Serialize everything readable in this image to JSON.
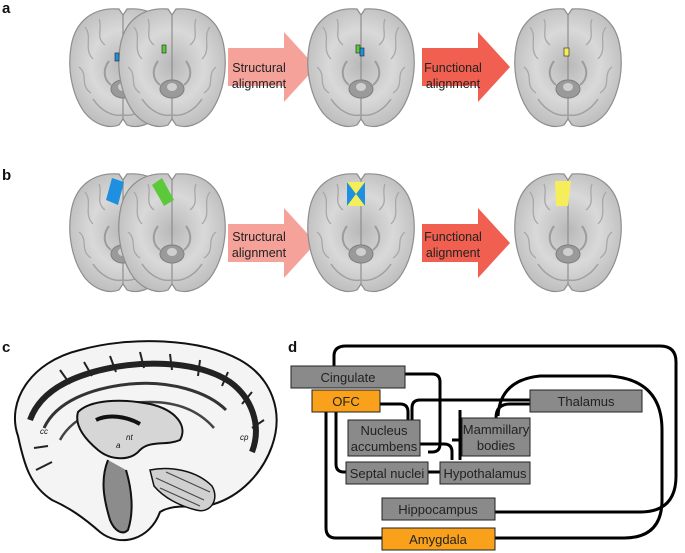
{
  "panels": {
    "a": {
      "label": "a",
      "arrow1": [
        "Structural",
        "alignment"
      ],
      "arrow2": [
        "Functional",
        "alignment"
      ]
    },
    "b": {
      "label": "b",
      "arrow1": [
        "Structural",
        "alignment"
      ],
      "arrow2": [
        "Functional",
        "alignment"
      ]
    },
    "c": {
      "label": "c"
    },
    "d": {
      "label": "d"
    }
  },
  "colors": {
    "blue": "#1f8fe0",
    "green": "#5cc93a",
    "yellow": "#f5ee5a",
    "arrow_light": "#f5a29a",
    "arrow_dark": "#f05f50",
    "box_gray": "#8a8a8a",
    "box_orange": "#f9a11b"
  },
  "diagram": {
    "nodes": [
      {
        "id": "cingulate",
        "label": "Cingulate",
        "color": "gray"
      },
      {
        "id": "ofc",
        "label": "OFC",
        "color": "orange"
      },
      {
        "id": "nacc",
        "label": [
          "Nucleus",
          "accumbens"
        ],
        "color": "gray"
      },
      {
        "id": "mamm",
        "label": [
          "Mammillary",
          "bodies"
        ],
        "color": "gray"
      },
      {
        "id": "thalamus",
        "label": "Thalamus",
        "color": "gray"
      },
      {
        "id": "septal",
        "label": "Septal nuclei",
        "color": "gray"
      },
      {
        "id": "hypo",
        "label": "Hypothalamus",
        "color": "gray"
      },
      {
        "id": "hippo",
        "label": "Hippocampus",
        "color": "gray"
      },
      {
        "id": "amyg",
        "label": "Amygdala",
        "color": "orange"
      }
    ]
  }
}
